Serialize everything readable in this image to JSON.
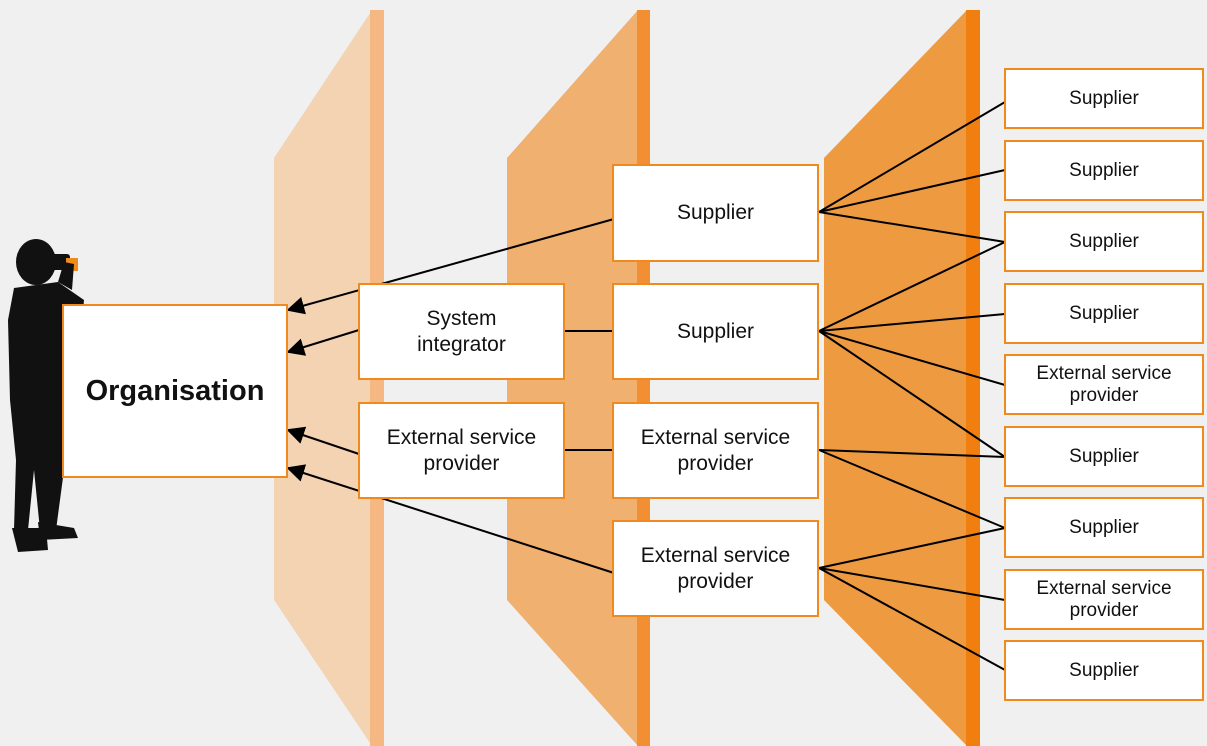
{
  "diagram": {
    "colors": {
      "background": "#f0f0f0",
      "box_border": "#ef8a1e",
      "layer_1": "#f3d3b2",
      "layer_1_edge": "#f5b882",
      "layer_2": "#efb070",
      "layer_2_edge": "#f28f33",
      "layer_3": "#ee9a40",
      "layer_3_edge": "#f07f10",
      "line": "#000000"
    },
    "observer": {
      "icon": "person-with-binoculars-icon"
    },
    "nodes": {
      "organisation": "Organisation",
      "system_integrator": "System\nintegrator",
      "esp_tier1": "External service\nprovider",
      "supplier_t2_a": "Supplier",
      "supplier_t2_b": "Supplier",
      "esp_t2_a": "External service\nprovider",
      "esp_t2_b": "External service\nprovider",
      "t3_1": "Supplier",
      "t3_2": "Supplier",
      "t3_3": "Supplier",
      "t3_4": "Supplier",
      "t3_5": "External service\nprovider",
      "t3_6": "Supplier",
      "t3_7": "Supplier",
      "t3_8": "External service\nprovider",
      "t3_9": "Supplier"
    }
  }
}
